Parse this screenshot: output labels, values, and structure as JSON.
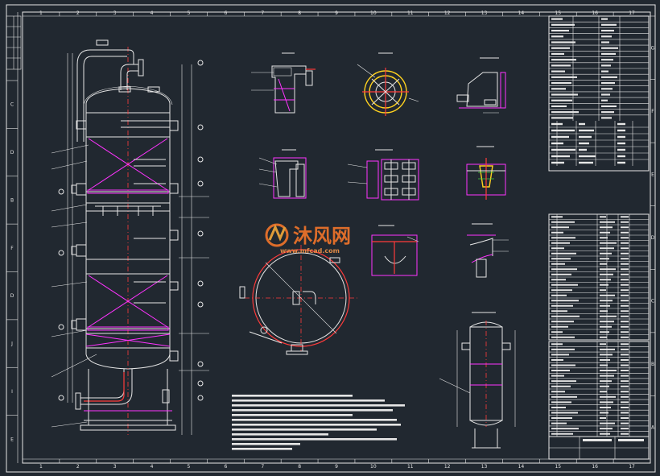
{
  "drawing": {
    "column_numbers": [
      "1",
      "2",
      "3",
      "4",
      "5",
      "6",
      "7",
      "8",
      "9",
      "10",
      "11",
      "12",
      "13",
      "14",
      "15",
      "16",
      "17"
    ],
    "row_letters": [
      "G",
      "F",
      "E",
      "D",
      "C",
      "B",
      "A"
    ],
    "side_letters": [
      "C",
      "D",
      "B",
      "F",
      "D",
      "J",
      "I",
      "E"
    ]
  },
  "watermark": {
    "brand": "沐风网",
    "url": "www.mfcad.com"
  },
  "colors": {
    "background": "#212830",
    "line": "#e6e6e6",
    "centerline": "#ff3b3b",
    "hatch": "#ff33ff",
    "highlight": "#ffd21f",
    "watermark": "#ff7a2a"
  }
}
